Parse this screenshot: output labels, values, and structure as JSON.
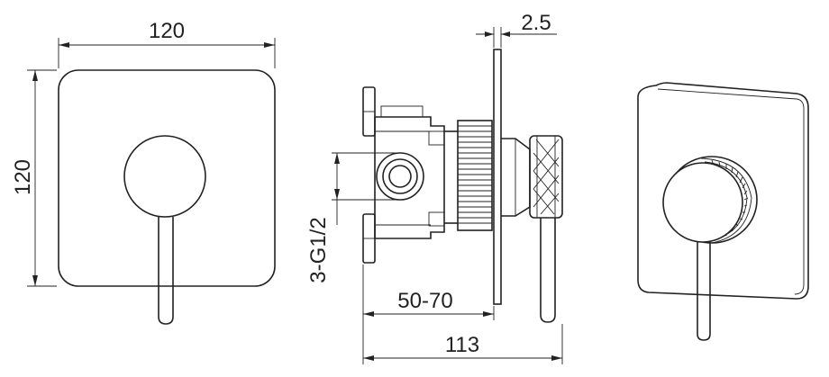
{
  "dimensions": {
    "front_width": "120",
    "front_height": "120",
    "plate_thickness": "2.5",
    "thread": "3-G1/2",
    "depth_range": "50-70",
    "total_depth": "113"
  }
}
